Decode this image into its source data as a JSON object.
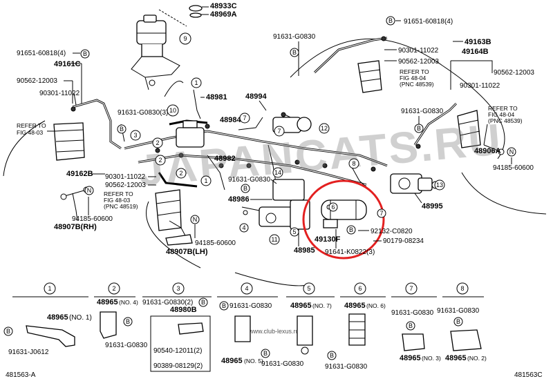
{
  "callouts": {
    "c48933C": "48933C",
    "c48969A": "48969A",
    "c91651_60818_4_left": "91651-60818(4)",
    "c49161C": "49161C",
    "c90562_12003_left": "90562-12003",
    "c90301_11022_left": "90301-11022",
    "c91631_G0830_3": "91631-G0830(3)",
    "c48981": "48981",
    "c48994": "48994",
    "c48984": "48984",
    "c48982": "48982",
    "c91631_G0830_top": "91631-G0830",
    "c91651_60818_4_right": "91651-60818(4)",
    "c49163B": "49163B",
    "c90301_11022_mid": "90301-11022",
    "c90562_12003_mid": "90562-12003",
    "c49164B": "49164B",
    "c90562_12003_right": "90562-12003",
    "c90301_11022_right": "90301-11022",
    "c91631_G0830_right": "91631-G0830",
    "c48906A": "48906A",
    "c94185_60600_right": "94185-60600",
    "c49162B": "49162B",
    "c90301_11022_lower": "90301-11022",
    "c90562_12003_lower": "90562-12003",
    "c94185_60600_left": "94185-60600",
    "c48907B_RH": "48907B(RH)",
    "c48907B_LH": "48907B(LH)",
    "c94185_60600_lh": "94185-60600",
    "c91631_G0830_center": "91631-G0830",
    "c48986": "48986",
    "c48995": "48995",
    "c49130F": "49130F",
    "c48985": "48985",
    "c92132_C0820": "92132-C0820",
    "c90179_08234": "90179-08234",
    "c91641_K0822_3": "91641-K0822(3)"
  },
  "refs": {
    "fig48_03_left": [
      "REFER TO",
      "FIG 48-03"
    ],
    "fig48_03_lower": [
      "REFER TO",
      "FIG 48-03",
      "(PNC 48519)"
    ],
    "fig48_04_mid": [
      "REFER TO",
      "FIG 48-04",
      "(PNC 48539)"
    ],
    "fig48_04_right": [
      "REFER TO",
      "FIG 48-04",
      "(PNC 48539)"
    ]
  },
  "markers": {
    "B": "B",
    "N": "N",
    "n1": "1",
    "n2": "2",
    "n3": "3",
    "n4": "4",
    "n5": "5",
    "n6": "6",
    "n7": "7",
    "n8": "8",
    "n9": "9",
    "n10": "10",
    "n11": "11",
    "n12": "12",
    "n13": "13",
    "n14": "14"
  },
  "detail_panels": {
    "p1": {
      "num": "1",
      "part": "48965",
      "qty": "(NO. 1)",
      "bolt": "91631-J0612"
    },
    "p2": {
      "num": "2",
      "part": "48965",
      "qty": "(NO. 4)",
      "bolt": "91631-G0830"
    },
    "p3": {
      "num": "3",
      "bolt_top": "91631-G0830(2)",
      "part": "48980B",
      "b1": "90540-12011(2)",
      "b2": "90389-08129(2)"
    },
    "p4": {
      "num": "4",
      "bolt": "91631-G0830",
      "part": "48965",
      "qty": "(NO. 5)"
    },
    "p5": {
      "num": "5",
      "part": "48965",
      "qty": "(NO. 7)",
      "bolt": "91631-G0830"
    },
    "p6": {
      "num": "6",
      "part": "48965",
      "qty": "(NO. 6)",
      "bolt": "91631-G0830"
    },
    "p7": {
      "num": "7",
      "bolt": "91631-G0830",
      "part": "48965",
      "qty": "(NO. 3)"
    },
    "p8": {
      "num": "8",
      "bolt": "91631-G0830",
      "part": "48965",
      "qty": "(NO. 2)"
    }
  },
  "footer": {
    "left_code": "481563-A",
    "right_code": "481563C"
  },
  "watermark": {
    "main": "JAPANCATS.RU",
    "small": "www.club-lexus.ru"
  },
  "highlight_color": "#e32020"
}
